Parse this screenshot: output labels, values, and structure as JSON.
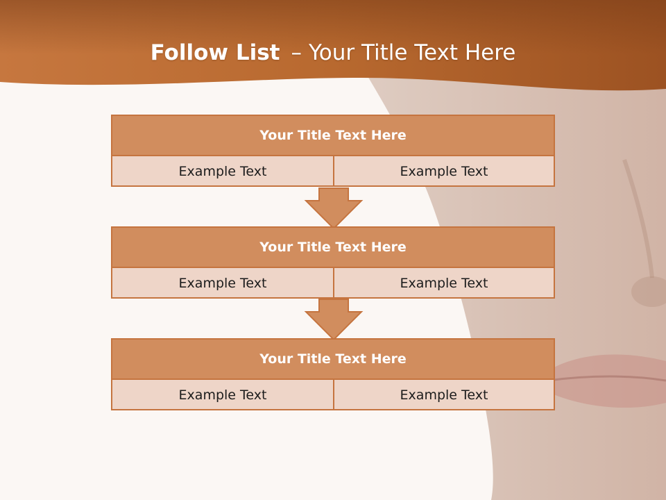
{
  "slide": {
    "title_bold": "Follow List",
    "title_separator": "–",
    "title_rest": "Your Title Text Here"
  },
  "flow": [
    {
      "title": "Your Title Text Here",
      "left_text": "Example Text",
      "right_text": "Example Text"
    },
    {
      "title": "Your Title Text Here",
      "left_text": "Example Text",
      "right_text": "Example Text"
    },
    {
      "title": "Your Title Text Here",
      "left_text": "Example Text",
      "right_text": "Example Text"
    }
  ],
  "colors": {
    "header_band": "#b8692f",
    "box_header": "#d18d5e",
    "box_body": "#eed5c8",
    "box_border": "#c5743f",
    "arrow_fill": "#d18d5e",
    "background": "#fbf7f4"
  }
}
